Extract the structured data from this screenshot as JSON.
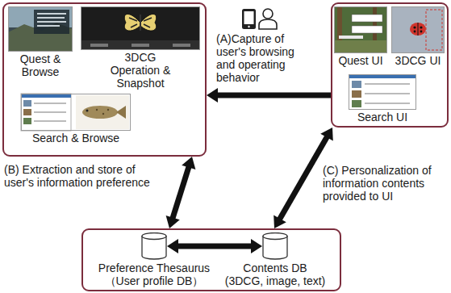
{
  "diagram": {
    "nodes": [
      {
        "text": []
      },
      {
        "text": [
          "Quest & Browse"
        ],
        "in": 0
      },
      {
        "text": [
          "3DCG Operation & Snapshot"
        ],
        "in": 0
      },
      {
        "text": [
          "Search & Browse"
        ],
        "in": 0
      },
      {
        "text": []
      },
      {
        "text": [
          "Quest UI"
        ],
        "in": 4
      },
      {
        "text": [
          "3DCG UI"
        ],
        "in": 4
      },
      {
        "text": [
          "Search UI"
        ],
        "in": 4
      },
      {
        "text": []
      },
      {
        "text": [
          "Preference Thesaurus",
          "（User profile DB）"
        ],
        "in": 8
      },
      {
        "text": [
          "Contents DB",
          "(3DCG, image, text)"
        ],
        "in": 8
      }
    ],
    "edges": [
      {
        "from": 4,
        "to": 0,
        "arrow": "to",
        "label": "(A)Capture of user's browsing and operating behavior"
      },
      {
        "from": 0,
        "to": 8,
        "arrow": "both",
        "label": "(B) Extraction and store of user's information preference"
      },
      {
        "from": 4,
        "to": 8,
        "arrow": "both",
        "label": "(C) Personalization of information contents provided to UI"
      },
      {
        "from": 9,
        "to": 10,
        "arrow": "both"
      }
    ]
  }
}
